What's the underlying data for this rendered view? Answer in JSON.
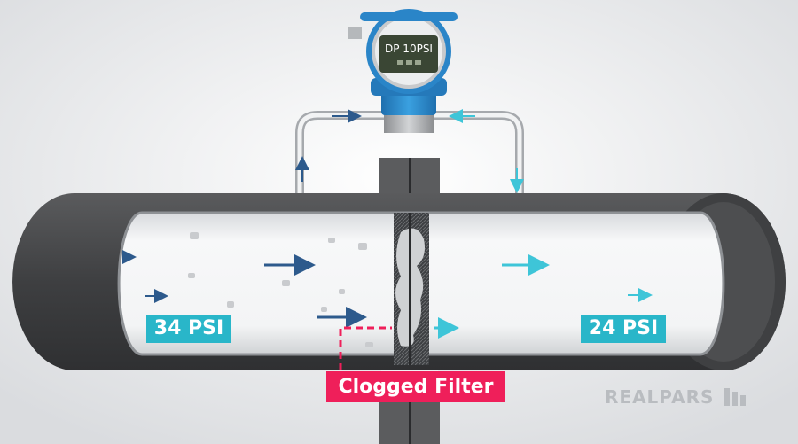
{
  "transmitter": {
    "display_text": "DP 10PSI"
  },
  "labels": {
    "upstream_pressure": "34 PSI",
    "downstream_pressure": "24 PSI",
    "callout": "Clogged Filter"
  },
  "logo": {
    "text": "REALPARS"
  },
  "colors": {
    "pipe_shell": "#4b4c4e",
    "pipe_interior": "#f4f5f6",
    "transmitter_body": "#2f8fd0",
    "display_screen": "#3a4634",
    "upstream_arrow": "#2d5a8c",
    "downstream_arrow": "#3ec5d8",
    "callout": "#ef1f5a",
    "pressure_label": "#29b6c9"
  }
}
